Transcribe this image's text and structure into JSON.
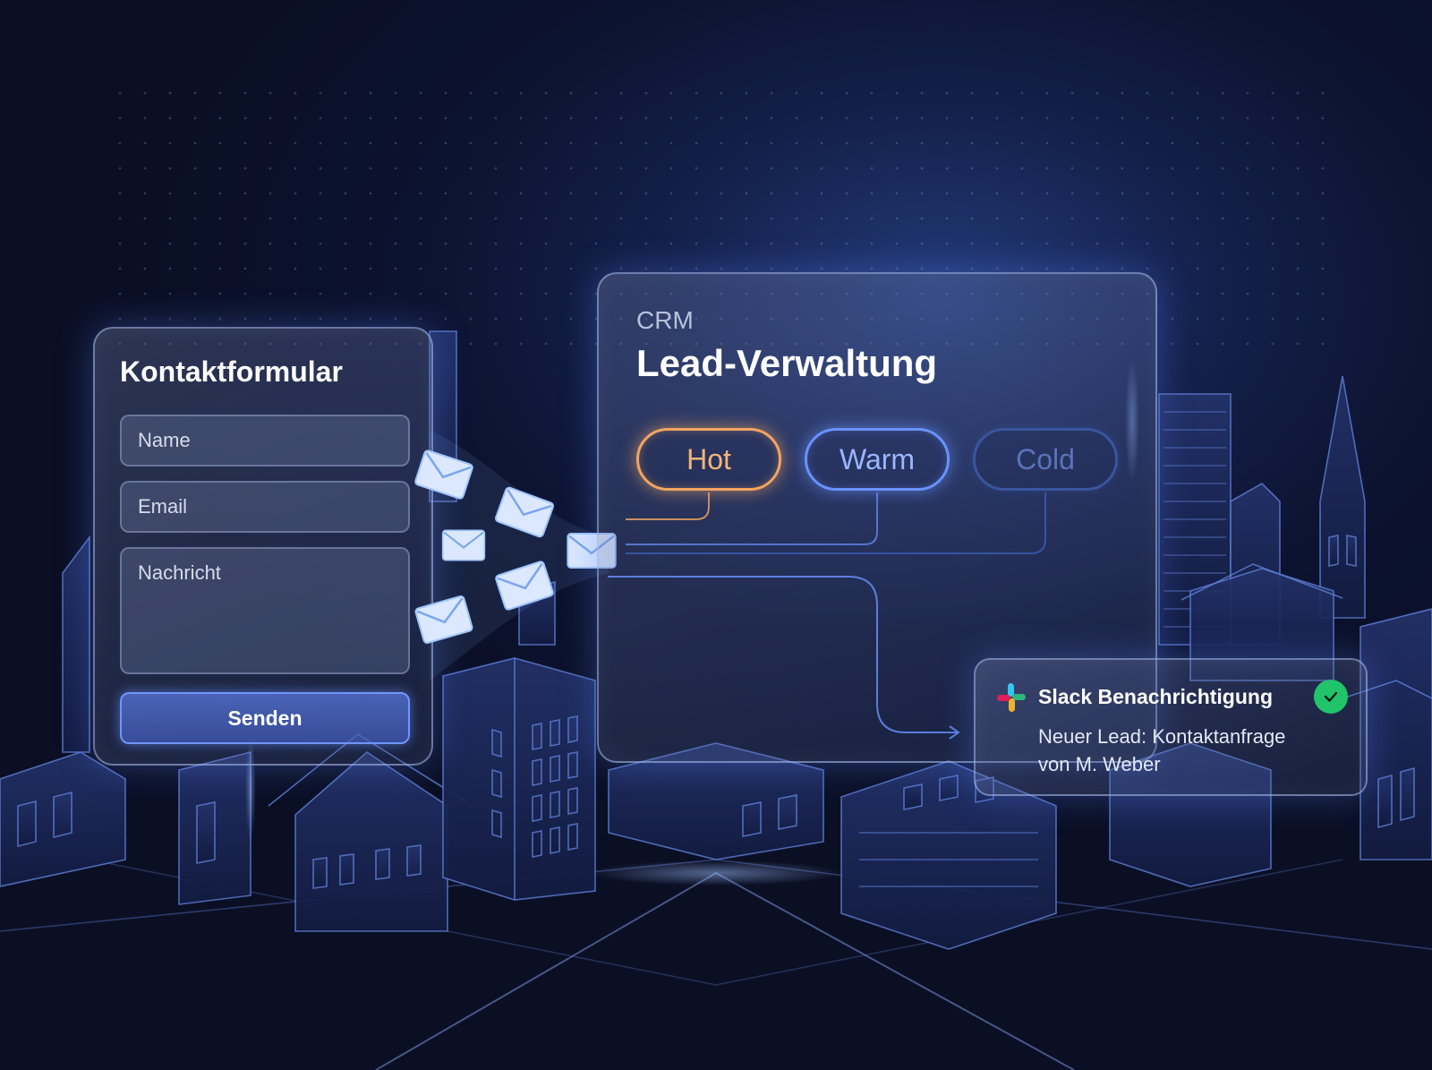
{
  "contact_form": {
    "title": "Kontaktformular",
    "name_placeholder": "Name",
    "email_placeholder": "Email",
    "message_placeholder": "Nachricht",
    "submit_label": "Senden"
  },
  "crm": {
    "label": "CRM",
    "title": "Lead-Verwaltung",
    "stages": [
      "Hot",
      "Warm",
      "Cold"
    ]
  },
  "slack": {
    "title": "Slack Benachrichtigung",
    "message_line1": "Neuer Lead: Kontaktanfrage",
    "message_line2": "von M. Weber"
  },
  "icons": {
    "envelope": "envelope-icon",
    "slack": "slack-logo-icon",
    "check": "check-icon"
  },
  "colors": {
    "hot": "#f2a562",
    "warm": "#6a92ff",
    "cold": "#3a559e",
    "success": "#21c46b",
    "accent": "#6f95ff"
  }
}
